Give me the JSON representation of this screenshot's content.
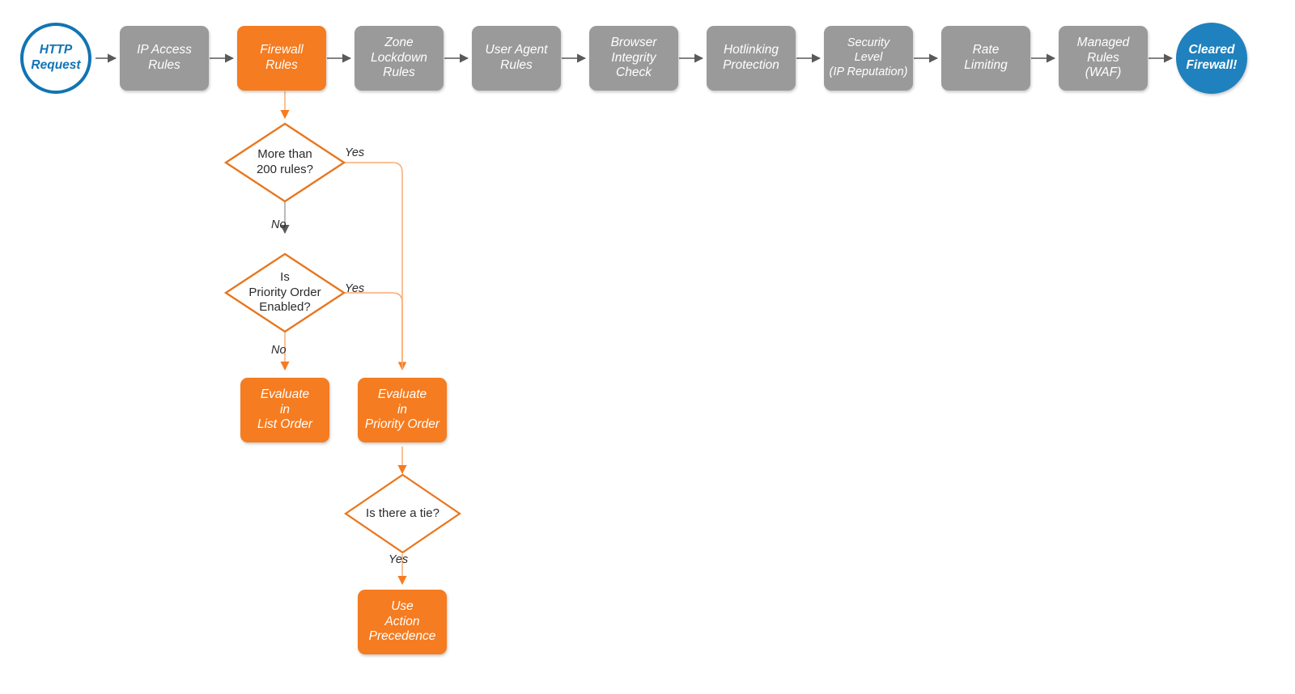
{
  "diagram": {
    "title": "Cloudflare Firewall Rules Evaluation Order",
    "colors": {
      "process_gray": "#9a9a9a",
      "accent_orange": "#f57c20",
      "start_blue": "#1274b3",
      "end_blue": "#1f81bd",
      "arrow_gray": "#5a5a5a",
      "arrow_orange": "#f57c20",
      "text_dark": "#2b2b2b"
    }
  },
  "pipeline": {
    "start": {
      "label": "HTTP\nRequest"
    },
    "steps": [
      {
        "label": "IP Access\nRules",
        "highlight": false
      },
      {
        "label": "Firewall\nRules",
        "highlight": true
      },
      {
        "label": "Zone\nLockdown\nRules",
        "highlight": false
      },
      {
        "label": "User Agent\nRules",
        "highlight": false
      },
      {
        "label": "Browser\nIntegrity\nCheck",
        "highlight": false
      },
      {
        "label": "Hotlinking\nProtection",
        "highlight": false
      },
      {
        "label": "Security\nLevel\n(IP Reputation)",
        "highlight": false
      },
      {
        "label": "Rate\nLimiting",
        "highlight": false
      },
      {
        "label": "Managed\nRules\n(WAF)",
        "highlight": false
      }
    ],
    "end": {
      "label": "Cleared\nFirewall!"
    }
  },
  "branch": {
    "decisions": [
      {
        "label": "More than\n200 rules?"
      },
      {
        "label": "Is\nPriority Order\nEnabled?"
      },
      {
        "label": "Is there a tie?"
      }
    ],
    "results": [
      {
        "label": "Evaluate\nin\nList Order"
      },
      {
        "label": "Evaluate\nin\nPriority Order"
      },
      {
        "label": "Use\nAction\nPrecedence"
      }
    ],
    "edge_labels": {
      "yes_more_than_200": "Yes",
      "no_more_than_200": "No",
      "yes_priority_order": "Yes",
      "no_priority_order": "No",
      "yes_tie": "Yes"
    }
  }
}
